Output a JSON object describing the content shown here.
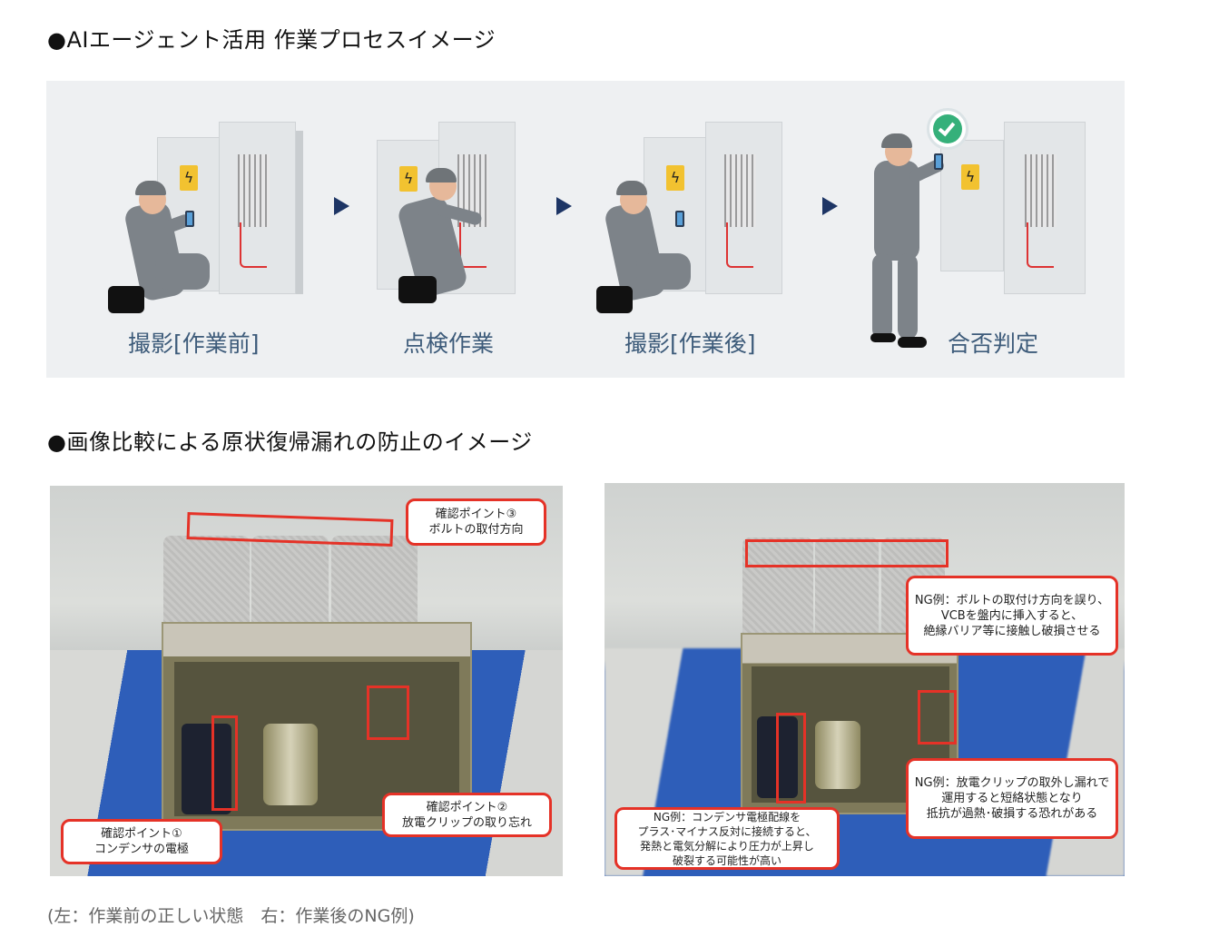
{
  "section1": {
    "title": "●AIエージェント活用 作業プロセスイメージ",
    "steps": [
      {
        "label": "撮影[作業前]",
        "icon": "worker-photographing-cabinet"
      },
      {
        "label": "点検作業",
        "icon": "worker-inspecting-cabinet"
      },
      {
        "label": "撮影[作業後]",
        "icon": "worker-photographing-cabinet"
      },
      {
        "label": "合否判定",
        "icon": "worker-standing-check"
      }
    ],
    "arrow_icon": "triangle-right-icon",
    "colors": {
      "label": "#3d5b7a",
      "arrow": "#1d3565",
      "panel": "#eef0f2",
      "check": "#35b07a"
    }
  },
  "section2": {
    "title": "●画像比較による原状復帰漏れの防止のイメージ",
    "left_photo": {
      "callouts": [
        {
          "lines": [
            "確認ポイント③",
            "ボルトの取付方向"
          ]
        },
        {
          "lines": [
            "確認ポイント①",
            "コンデンサの電極"
          ]
        },
        {
          "lines": [
            "確認ポイント②",
            "放電クリップの取り忘れ"
          ]
        }
      ]
    },
    "right_photo": {
      "callouts": [
        {
          "lines": [
            "NG例：ボルトの取付け方向を誤り、",
            "VCBを盤内に挿入すると、",
            "絶縁バリア等に接触し破損させる"
          ]
        },
        {
          "lines": [
            "NG例：コンデンサ電極配線を",
            "プラス･マイナス反対に接続すると、",
            "発熱と電気分解により圧力が上昇し",
            "破裂する可能性が高い"
          ]
        },
        {
          "lines": [
            "NG例：放電クリップの取外し漏れで",
            "運用すると短絡状態となり",
            "抵抗が過熱･破損する恐れがある"
          ]
        }
      ]
    },
    "caption": "(左：作業前の正しい状態　右：作業後のNG例)",
    "colors": {
      "highlight": "#e53227"
    }
  }
}
